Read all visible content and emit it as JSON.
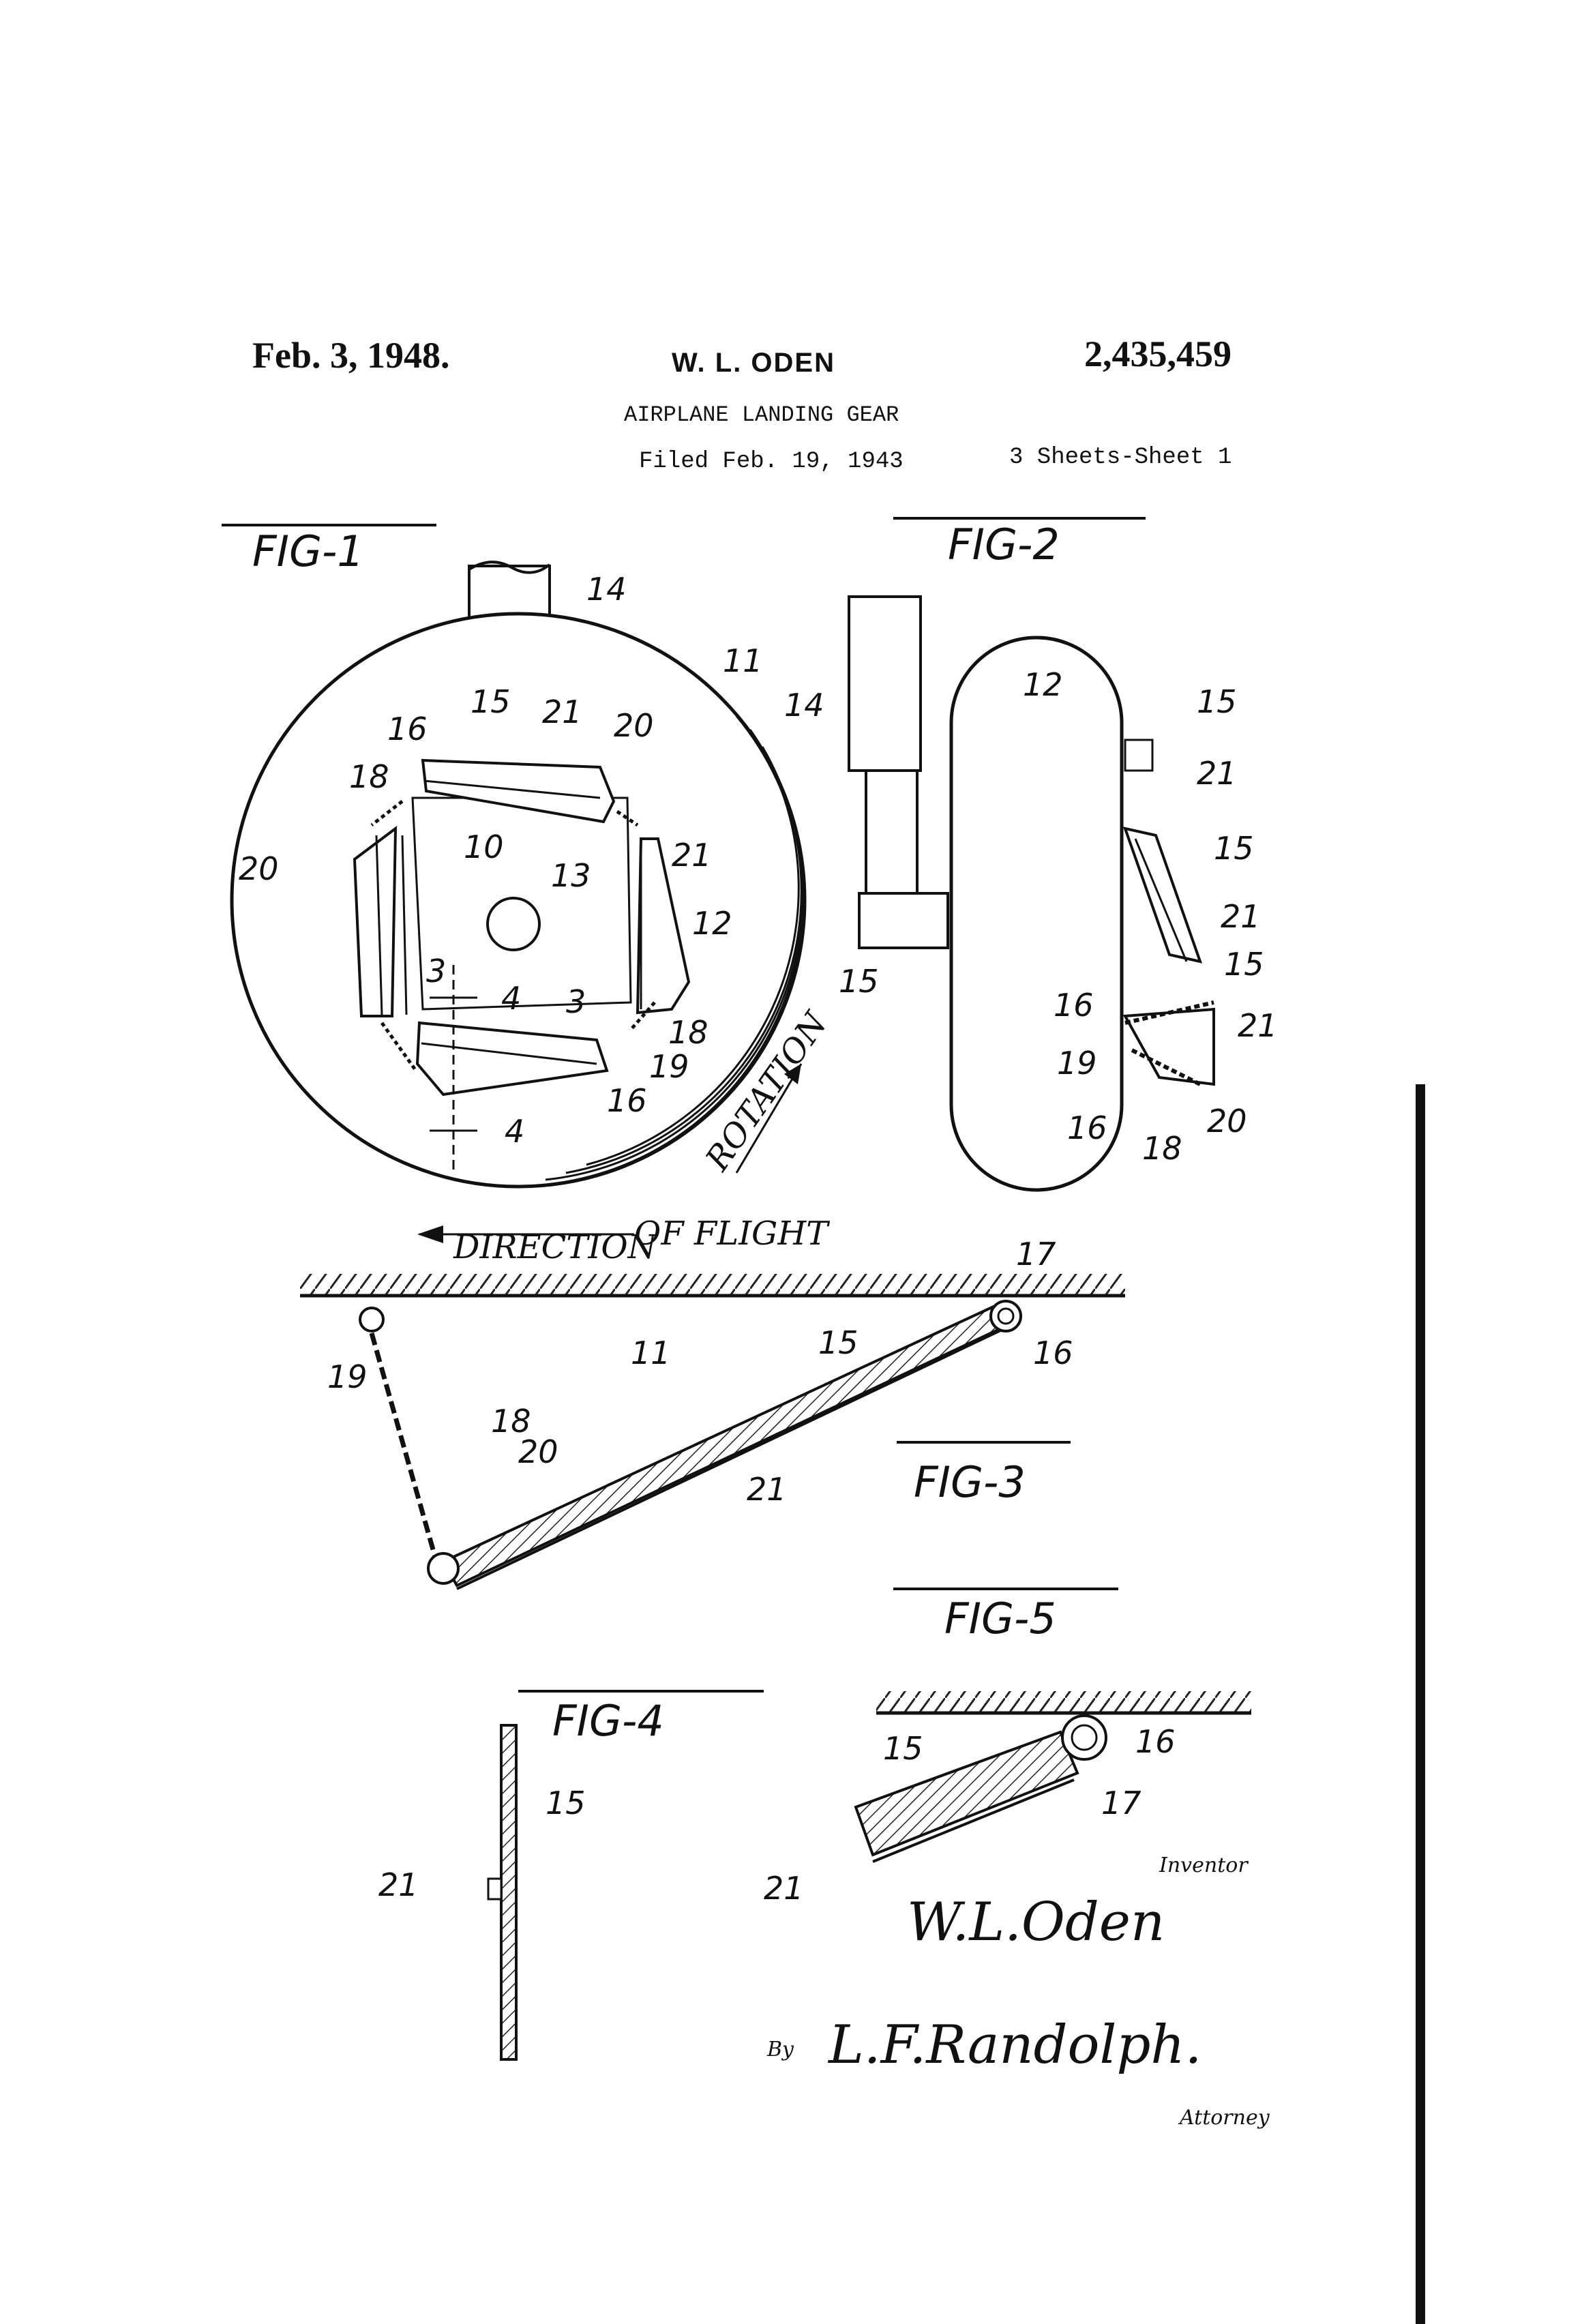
{
  "header": {
    "date": "Feb. 3, 1948.",
    "inventor": "W. L. ODEN",
    "patent_number": "2,435,459",
    "title": "AIRPLANE LANDING GEAR",
    "filed": "Filed Feb. 19, 1943",
    "sheets": "3 Sheets-Sheet 1"
  },
  "figures": {
    "fig1": {
      "label": "FIG-1",
      "refs": [
        "14",
        "11",
        "16",
        "15",
        "21",
        "20",
        "18",
        "10",
        "13",
        "20",
        "21",
        "12",
        "15",
        "3",
        "4",
        "3",
        "18",
        "19",
        "16",
        "4"
      ],
      "rotation_text": "ROTATION",
      "direction_text": "DIRECTION",
      "of_flight_text": "OF FLIGHT"
    },
    "fig2": {
      "label": "FIG-2",
      "refs": [
        "14",
        "12",
        "15",
        "21",
        "15",
        "21",
        "15",
        "16",
        "21",
        "19",
        "16",
        "18",
        "20"
      ]
    },
    "fig3": {
      "label": "FIG-3",
      "refs": [
        "17",
        "16",
        "11",
        "15",
        "19",
        "18",
        "20",
        "21"
      ]
    },
    "fig4": {
      "label": "FIG-4",
      "refs": [
        "15",
        "21"
      ]
    },
    "fig5": {
      "label": "FIG-5",
      "refs": [
        "15",
        "16",
        "17",
        "21"
      ]
    }
  },
  "signatures": {
    "inventor_caption": "Inventor",
    "inventor_signature": "W.L.Oden",
    "by": "By",
    "attorney_signature": "L.F.Randolph.",
    "attorney_caption": "Attorney"
  }
}
